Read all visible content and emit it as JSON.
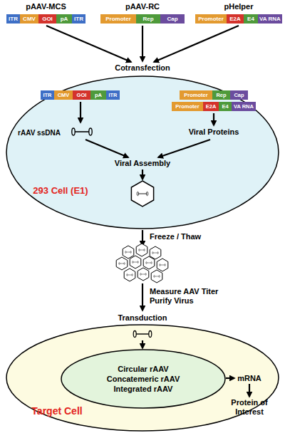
{
  "diagram": {
    "nodes": [
      {
        "text": [
          "pAAV-MCS"
        ]
      },
      {
        "text": [
          "ITR"
        ],
        "in": 0
      },
      {
        "text": [
          "CMV"
        ],
        "in": 0
      },
      {
        "text": [
          "GOI"
        ],
        "in": 0
      },
      {
        "text": [
          "pA"
        ],
        "in": 0
      },
      {
        "text": [
          "ITR"
        ],
        "in": 0
      },
      {
        "text": [
          "pAAV-RC"
        ]
      },
      {
        "text": [
          "Promoter"
        ],
        "in": 6
      },
      {
        "text": [
          "Rep"
        ],
        "in": 6
      },
      {
        "text": [
          "Cap"
        ],
        "in": 6
      },
      {
        "text": [
          "pHelper"
        ]
      },
      {
        "text": [
          "Promoter"
        ],
        "in": 10
      },
      {
        "text": [
          "E2A"
        ],
        "in": 10
      },
      {
        "text": [
          "E4"
        ],
        "in": 10
      },
      {
        "text": [
          "VA RNA"
        ],
        "in": 10
      },
      {
        "text": [
          "293 Cell (E1)"
        ]
      },
      {
        "text": [
          "ITR"
        ],
        "in": 15
      },
      {
        "text": [
          "CMV"
        ],
        "in": 15
      },
      {
        "text": [
          "GOI"
        ],
        "in": 15
      },
      {
        "text": [
          "pA"
        ],
        "in": 15
      },
      {
        "text": [
          "ITR"
        ],
        "in": 15
      },
      {
        "text": [
          "Promoter"
        ],
        "in": 15
      },
      {
        "text": [
          "Rep"
        ],
        "in": 15
      },
      {
        "text": [
          "Cap"
        ],
        "in": 15
      },
      {
        "text": [
          "Promoter"
        ],
        "in": 15
      },
      {
        "text": [
          "E2A"
        ],
        "in": 15
      },
      {
        "text": [
          "E4"
        ],
        "in": 15
      },
      {
        "text": [
          "VA RNA"
        ],
        "in": 15
      },
      {
        "text": [
          "Target Cell"
        ]
      },
      {
        "text": [
          "Circular rAAV",
          "Concatemeric rAAV",
          "Integrated rAAV"
        ],
        "in": 28
      }
    ],
    "labels": [
      "Cotransfection",
      "rAAV ssDNA",
      "Viral Proteins",
      "Viral Assembly",
      "Freeze / Thaw",
      "Measure AAV Titer Purify Virus",
      "Transduction",
      "mRNA",
      "Protein of Interest"
    ]
  }
}
